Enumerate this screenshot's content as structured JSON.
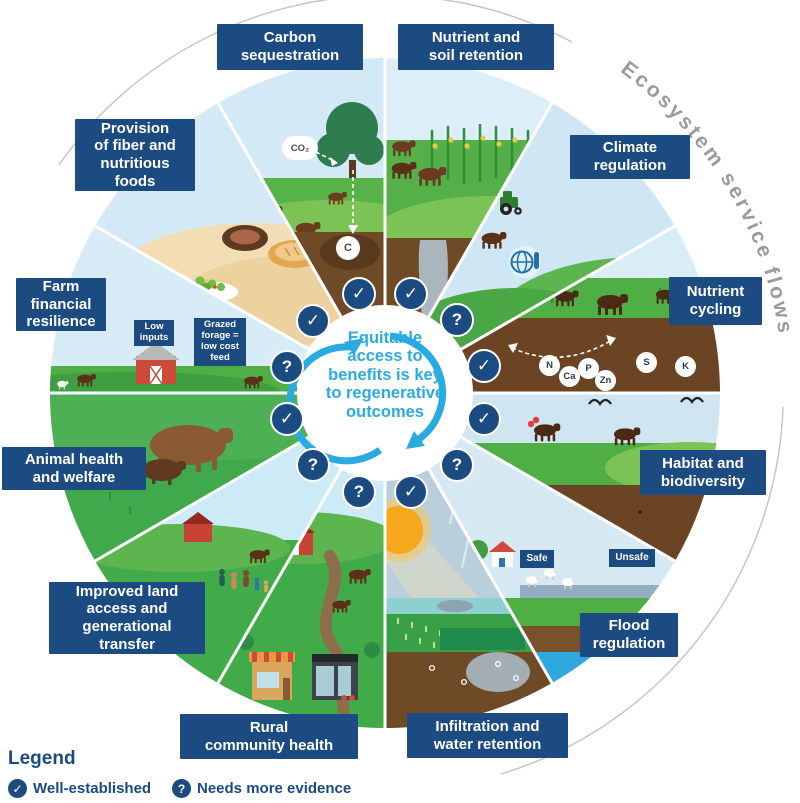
{
  "arc_label": "Ecosystem service flows",
  "center_text": "Equitable\naccess to\nbenefits is key\nto regenerative\noutcomes",
  "sectors": [
    {
      "label": "Nutrient and\nsoil retention",
      "evidence": "well-established",
      "glyph": "✓"
    },
    {
      "label": "Climate\nregulation",
      "evidence": "needs-more-evidence",
      "glyph": "?"
    },
    {
      "label": "Nutrient\ncycling",
      "evidence": "well-established",
      "glyph": "✓"
    },
    {
      "label": "Habitat and\nbiodiversity",
      "evidence": "well-established",
      "glyph": "✓"
    },
    {
      "label": "Flood\nregulation",
      "evidence": "needs-more-evidence",
      "glyph": "?"
    },
    {
      "label": "Infiltration and\nwater retention",
      "evidence": "well-established",
      "glyph": "✓"
    },
    {
      "label": "Rural\ncommunity health",
      "evidence": "needs-more-evidence",
      "glyph": "?"
    },
    {
      "label": "Improved land\naccess and\ngenerational\ntransfer",
      "evidence": "needs-more-evidence",
      "glyph": "?"
    },
    {
      "label": "Animal health\nand welfare",
      "evidence": "well-established",
      "glyph": "✓"
    },
    {
      "label": "Farm\nfinancial\nresilience",
      "evidence": "needs-more-evidence",
      "glyph": "?"
    },
    {
      "label": "Provision\nof fiber and\nnutritious\nfoods",
      "evidence": "well-established",
      "glyph": "✓"
    },
    {
      "label": "Carbon\nsequestration",
      "evidence": "well-established",
      "glyph": "✓"
    }
  ],
  "legend": {
    "heading": "Legend",
    "items": [
      {
        "glyph": "✓",
        "label": "Well-established"
      },
      {
        "glyph": "?",
        "label": "Needs more evidence"
      }
    ]
  },
  "annotations": {
    "co2": "CO₂",
    "carbon": "C",
    "nutrients": [
      "N",
      "Ca",
      "P",
      "Zn",
      "S",
      "K"
    ],
    "safe": "Safe",
    "unsafe": "Unsafe",
    "low_inputs": "Low\ninputs",
    "grazed_forage": "Grazed\nforage =\nlow cost\nfeed"
  },
  "colors": {
    "navy": "#1b4b80",
    "cyan": "#29abe2",
    "arc_gray": "#9b9b9b",
    "grass_green": "#42ab49",
    "soil_brown": "#6f4a27",
    "water_blue": "#2ea7de"
  }
}
